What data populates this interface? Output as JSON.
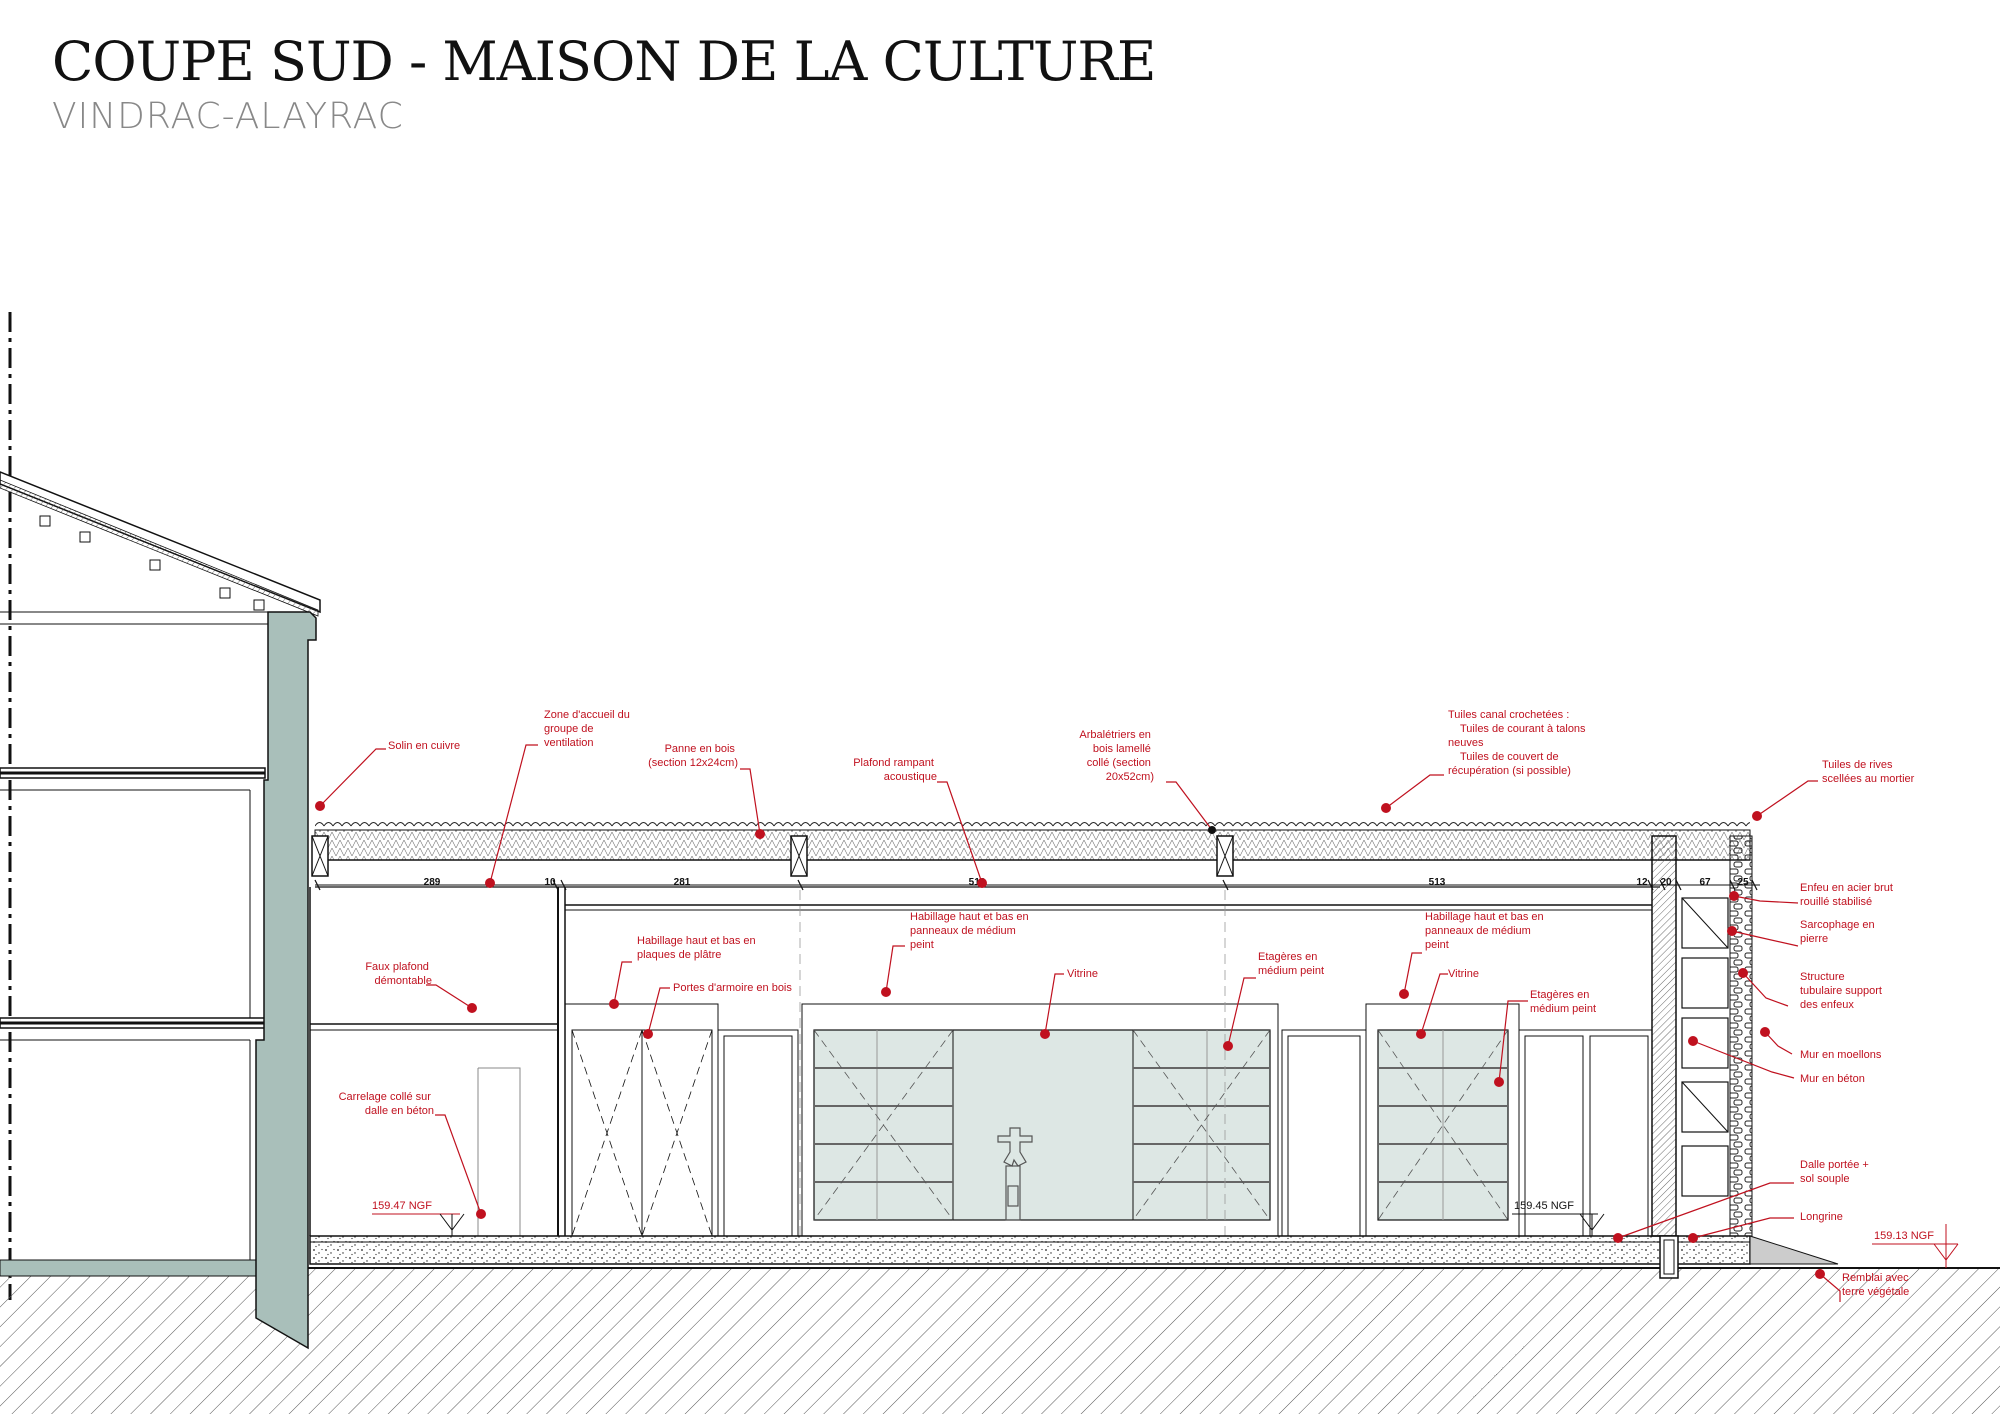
{
  "title": "COUPE SUD - MAISON DE LA CULTURE",
  "subtitle": "VINDRAC-ALAYRAC",
  "annotations": {
    "solin": "Solin en cuivre",
    "zone_accueil": [
      "Zone d'accueil du",
      "groupe de",
      "ventilation"
    ],
    "panne": [
      "Panne en bois",
      "(section 12x24cm)"
    ],
    "plafond": [
      "Plafond rampant",
      "acoustique"
    ],
    "arbaletriers": [
      "Arbalétriers en",
      "bois lamellé",
      "collé (section",
      "20x52cm)"
    ],
    "tuiles_canal": [
      "Tuiles canal crochetées :",
      "Tuiles de courant à talons",
      "neuves",
      "Tuiles de couvert de",
      "récupération (si possible)"
    ],
    "tuiles_rives": [
      "Tuiles de rives",
      "scellées au mortier"
    ],
    "faux_plafond": [
      "Faux plafond",
      "démontable"
    ],
    "habillage_platre": [
      "Habillage haut et bas en",
      "plaques de plâtre"
    ],
    "portes_armoire": "Portes d'armoire en bois",
    "habillage_medium_1": [
      "Habillage haut et bas en",
      "panneaux de médium",
      "peint"
    ],
    "vitrine_1": "Vitrine",
    "etageres_1": [
      "Etagères en",
      "médium peint"
    ],
    "habillage_medium_2": [
      "Habillage haut et bas en",
      "panneaux de médium",
      "peint"
    ],
    "vitrine_2": "Vitrine",
    "etageres_2": [
      "Etagères en",
      "médium  peint"
    ],
    "carrelage": [
      "Carrelage collé sur",
      "dalle en béton"
    ],
    "enfeu": [
      "Enfeu en acier brut",
      "rouillé stabilisé"
    ],
    "sarcophage": [
      "Sarcophage en",
      "pierre"
    ],
    "structure": [
      "Structure",
      "tubulaire support",
      "des enfeux"
    ],
    "mur_moellons": "Mur en moellons",
    "mur_beton": "Mur en béton",
    "dalle_portee": [
      "Dalle portée +",
      "sol souple"
    ],
    "longrine": "Longrine",
    "remblai": [
      "Remblai avec",
      "terre végétale"
    ]
  },
  "levels": {
    "left": "159.47 NGF",
    "center": "159.45 NGF",
    "right": "159.13 NGF"
  },
  "dimensions": [
    "289",
    "10",
    "281",
    "512",
    "513",
    "12",
    "20",
    "67",
    "25"
  ],
  "colors": {
    "annotation": "#c0111f",
    "wall": "#a9bfba",
    "glass": "#dde7e4",
    "line": "#111111"
  }
}
